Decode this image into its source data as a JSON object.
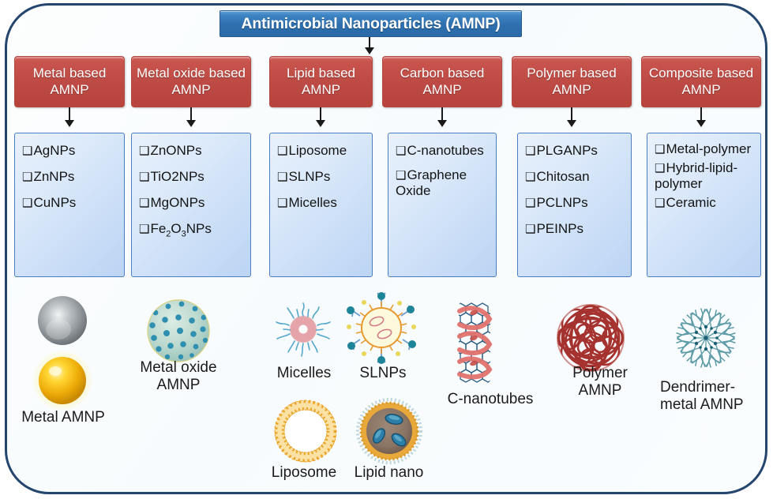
{
  "title": {
    "text": "Antimicrobial Nanoparticles (AMNP)"
  },
  "bullet_glyph": "❑",
  "colors": {
    "frame_border": "#24456e",
    "title_fill": "#2e6fae",
    "category_fill": "#bd4a44",
    "list_fill": "#c7dcf6",
    "list_border": "#4a7ec4",
    "arrow": "#1a1a1a"
  },
  "categories": [
    {
      "label": "Metal based AMNP"
    },
    {
      "label": "Metal oxide based AMNP"
    },
    {
      "label": "Lipid based AMNP"
    },
    {
      "label": "Carbon based AMNP"
    },
    {
      "label": "Polymer based AMNP"
    },
    {
      "label": "Composite based AMNP"
    }
  ],
  "lists": [
    {
      "items": [
        "AgNPs",
        "ZnNPs",
        "CuNPs"
      ]
    },
    {
      "items": [
        "ZnONPs",
        "TiO2NPs",
        "MgONPs",
        "Fe2O3NPs"
      ]
    },
    {
      "items": [
        "Liposome",
        "SLNPs",
        "Micelles"
      ]
    },
    {
      "items": [
        "C-nanotubes",
        "Graphene Oxide"
      ]
    },
    {
      "items": [
        "PLGANPs",
        "Chitosan",
        "PCLNPs",
        "PEINPs"
      ]
    },
    {
      "items": [
        "Metal-polymer",
        "Hybrid-lipid-polymer",
        "Ceramic"
      ]
    }
  ],
  "figures": [
    {
      "name": "metal-amnp",
      "caption": "Metal AMNP"
    },
    {
      "name": "metal-oxide-amnp",
      "caption": "Metal oxide AMNP"
    },
    {
      "name": "micelles",
      "caption": "Micelles"
    },
    {
      "name": "slnps",
      "caption": "SLNPs"
    },
    {
      "name": "liposome",
      "caption": "Liposome"
    },
    {
      "name": "lipid-nano",
      "caption": "Lipid nano"
    },
    {
      "name": "c-nanotubes",
      "caption": "C-nanotubes"
    },
    {
      "name": "polymer-amnp",
      "caption": "Polymer AMNP"
    },
    {
      "name": "dendrimer-metal-amnp",
      "caption": "Dendrimer-metal AMNP"
    }
  ]
}
